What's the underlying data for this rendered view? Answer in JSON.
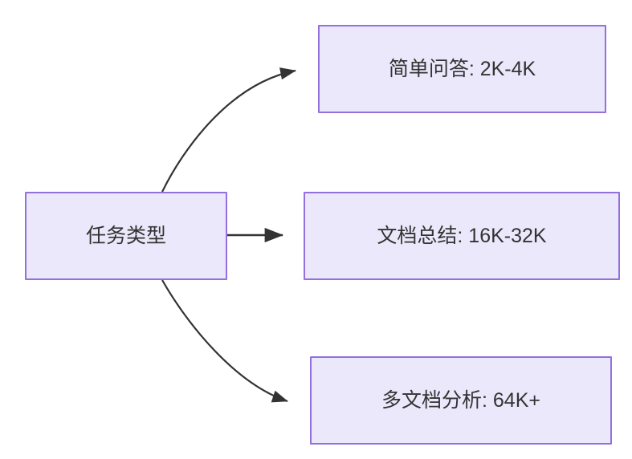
{
  "diagram": {
    "type": "flowchart",
    "direction": "left-to-right",
    "background_color": "#ffffff",
    "node_fill_color": "#ece8fb",
    "node_border_color": "#9370dd",
    "node_text_color": "#333333",
    "edge_color": "#333333",
    "source_node": {
      "id": "task-type",
      "label": "任务类型"
    },
    "target_nodes": [
      {
        "id": "simple-qa",
        "label": "简单问答: 2K-4K",
        "task": "简单问答",
        "token_range": "2K-4K"
      },
      {
        "id": "doc-summary",
        "label": "文档总结: 16K-32K",
        "task": "文档总结",
        "token_range": "16K-32K"
      },
      {
        "id": "multi-doc",
        "label": "多文档分析: 64K+",
        "task": "多文档分析",
        "token_range": "64K+"
      }
    ],
    "edges": [
      {
        "id": "edge-to-simple-qa",
        "from": "task-type",
        "to": "simple-qa",
        "style": "curved",
        "label": ""
      },
      {
        "id": "edge-to-doc-summary",
        "from": "task-type",
        "to": "doc-summary",
        "style": "straight",
        "label": ""
      },
      {
        "id": "edge-to-multi-doc",
        "from": "task-type",
        "to": "multi-doc",
        "style": "curved",
        "label": ""
      }
    ]
  }
}
